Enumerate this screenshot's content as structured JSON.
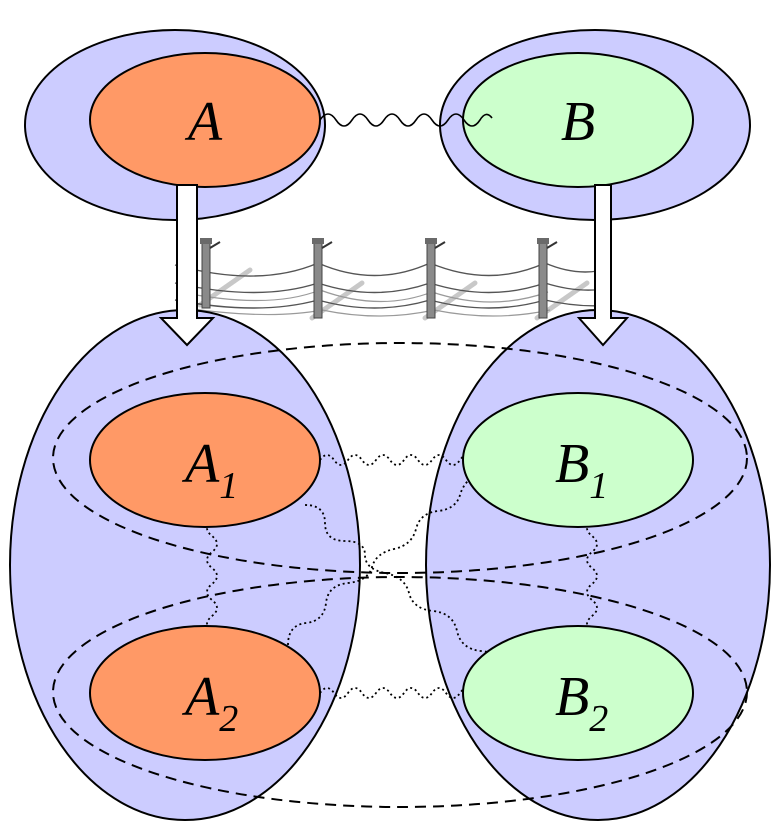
{
  "labels": {
    "a": "A",
    "b": "B",
    "a1_main": "A",
    "a1_sub": "1",
    "a2_main": "A",
    "a2_sub": "2",
    "b1_main": "B",
    "b1_sub": "1",
    "b2_main": "B",
    "b2_sub": "2"
  },
  "colors": {
    "outer_fill": "#ccccff",
    "a_fill": "#ff9966",
    "b_fill": "#ccffcc",
    "stroke": "#000000",
    "arrow_fill": "#ffffff",
    "fence": "#7a7a7a"
  }
}
